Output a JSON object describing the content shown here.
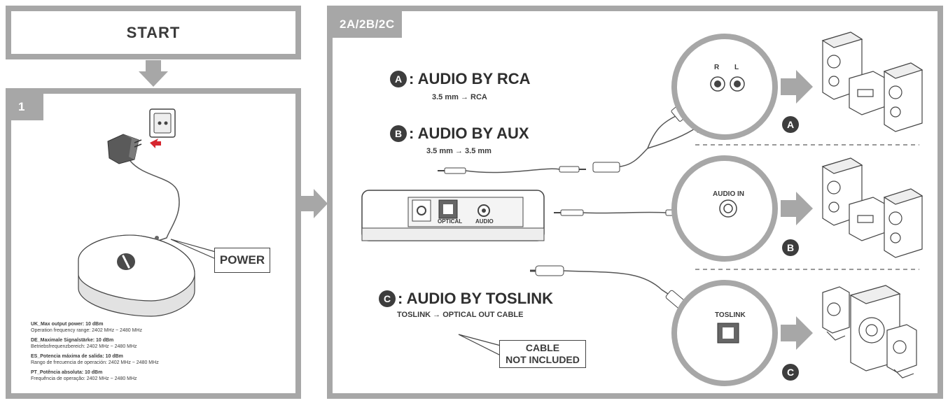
{
  "start": {
    "title": "START"
  },
  "step1": {
    "tag": "1",
    "power_label": "POWER",
    "specs": [
      {
        "title": "UK_Max output power: 10 dBm",
        "line": "Operation frequency range: 2402 MHz ~ 2480 MHz"
      },
      {
        "title": "DE_Maximale Signalstärke: 10 dBm",
        "line": "Betriebsfrequenzbereich: 2402 MHz ~ 2480 MHz"
      },
      {
        "title": "ES_Potencia máxima de salida: 10 dBm",
        "line": "Rango de frecuencia de operación: 2402 MHz ~ 2480 MHz"
      },
      {
        "title": "PT_Potência absoluta: 10 dBm",
        "line": "Frequência de operação: 2402 MHz ~ 2480 MHz"
      }
    ]
  },
  "step2": {
    "tag": "2A/2B/2C",
    "option_a": {
      "badge": "A",
      "title": ": AUDIO BY RCA",
      "sub": "3.5 mm → RCA"
    },
    "option_b": {
      "badge": "B",
      "title": ": AUDIO BY AUX",
      "sub": "3.5 mm → 3.5 mm"
    },
    "option_c": {
      "badge": "C",
      "title": ": AUDIO BY TOSLINK",
      "sub": "TOSLINK → OPTICAL OUT CABLE"
    },
    "device_ports": {
      "optical": "OPTICAL",
      "audio": "AUDIO"
    },
    "circle_a": {
      "r": "R",
      "l": "L",
      "badge": "A"
    },
    "circle_b": {
      "label": "AUDIO IN",
      "badge": "B"
    },
    "circle_c": {
      "label": "TOSLINK",
      "badge": "C"
    },
    "cable_note": {
      "line1": "CABLE",
      "line2": "NOT INCLUDED"
    }
  }
}
